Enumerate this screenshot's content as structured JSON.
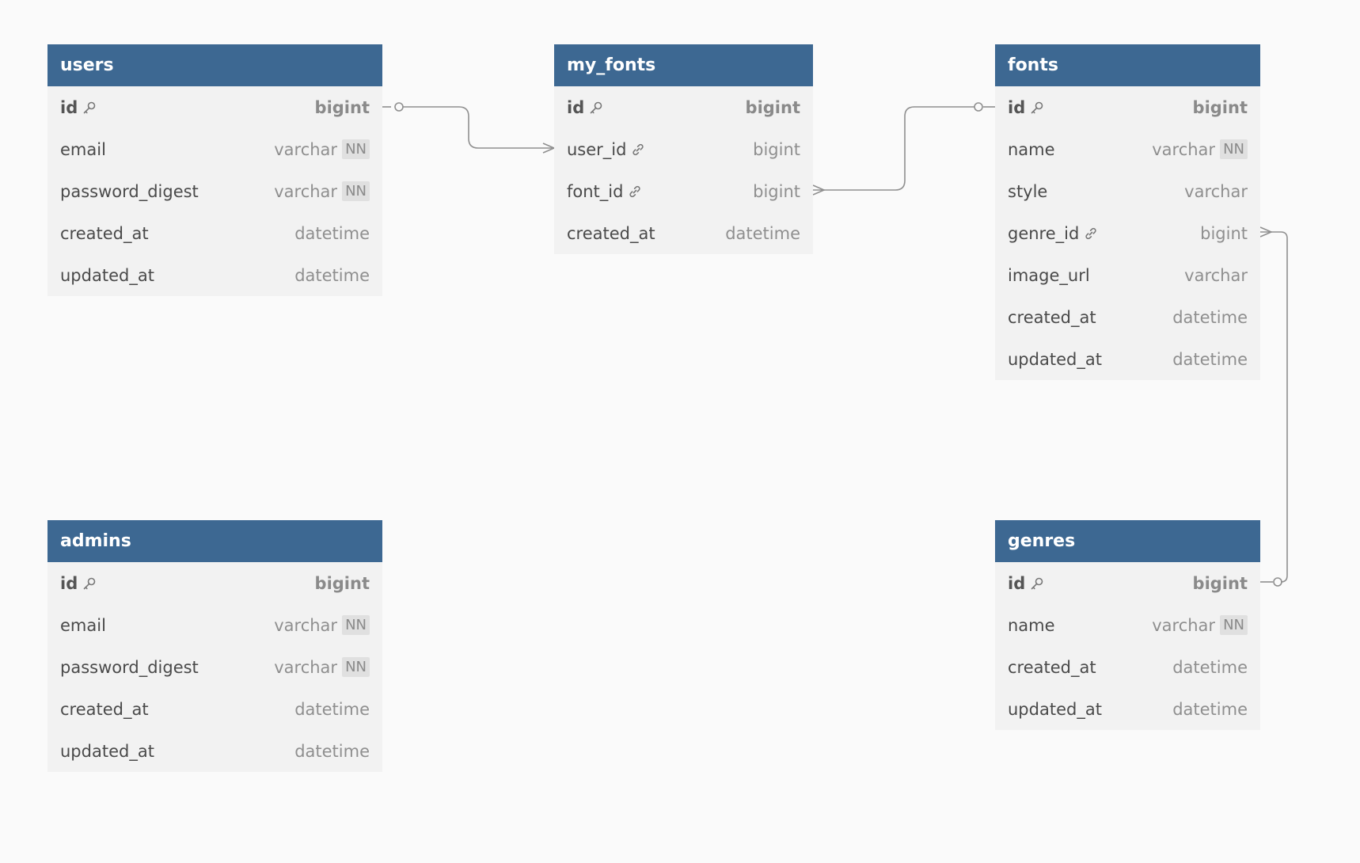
{
  "tables": {
    "users": {
      "name": "users",
      "columns": [
        {
          "name": "id",
          "type": "bigint",
          "pk": true
        },
        {
          "name": "email",
          "type": "varchar",
          "nn": "NN"
        },
        {
          "name": "password_digest",
          "type": "varchar",
          "nn": "NN"
        },
        {
          "name": "created_at",
          "type": "datetime"
        },
        {
          "name": "updated_at",
          "type": "datetime"
        }
      ]
    },
    "my_fonts": {
      "name": "my_fonts",
      "columns": [
        {
          "name": "id",
          "type": "bigint",
          "pk": true
        },
        {
          "name": "user_id",
          "type": "bigint",
          "fk": true
        },
        {
          "name": "font_id",
          "type": "bigint",
          "fk": true
        },
        {
          "name": "created_at",
          "type": "datetime"
        }
      ]
    },
    "fonts": {
      "name": "fonts",
      "columns": [
        {
          "name": "id",
          "type": "bigint",
          "pk": true
        },
        {
          "name": "name",
          "type": "varchar",
          "nn": "NN"
        },
        {
          "name": "style",
          "type": "varchar"
        },
        {
          "name": "genre_id",
          "type": "bigint",
          "fk": true
        },
        {
          "name": "image_url",
          "type": "varchar"
        },
        {
          "name": "created_at",
          "type": "datetime"
        },
        {
          "name": "updated_at",
          "type": "datetime"
        }
      ]
    },
    "admins": {
      "name": "admins",
      "columns": [
        {
          "name": "id",
          "type": "bigint",
          "pk": true
        },
        {
          "name": "email",
          "type": "varchar",
          "nn": "NN"
        },
        {
          "name": "password_digest",
          "type": "varchar",
          "nn": "NN"
        },
        {
          "name": "created_at",
          "type": "datetime"
        },
        {
          "name": "updated_at",
          "type": "datetime"
        }
      ]
    },
    "genres": {
      "name": "genres",
      "columns": [
        {
          "name": "id",
          "type": "bigint",
          "pk": true
        },
        {
          "name": "name",
          "type": "varchar",
          "nn": "NN"
        },
        {
          "name": "created_at",
          "type": "datetime"
        },
        {
          "name": "updated_at",
          "type": "datetime"
        }
      ]
    }
  },
  "relationships": [
    {
      "from": "users.id",
      "to": "my_fonts.user_id",
      "from_end": "one-optional",
      "to_end": "many"
    },
    {
      "from": "fonts.id",
      "to": "my_fonts.font_id",
      "from_end": "one-optional",
      "to_end": "many"
    },
    {
      "from": "genres.id",
      "to": "fonts.genre_id",
      "from_end": "one-optional",
      "to_end": "many"
    }
  ],
  "colors": {
    "header": "#3d6892",
    "body": "#f2f2f2",
    "background": "#fafafa",
    "connector": "#8f8f8f"
  },
  "icons": {
    "primary_key": "key-icon",
    "foreign_key": "link-icon"
  }
}
